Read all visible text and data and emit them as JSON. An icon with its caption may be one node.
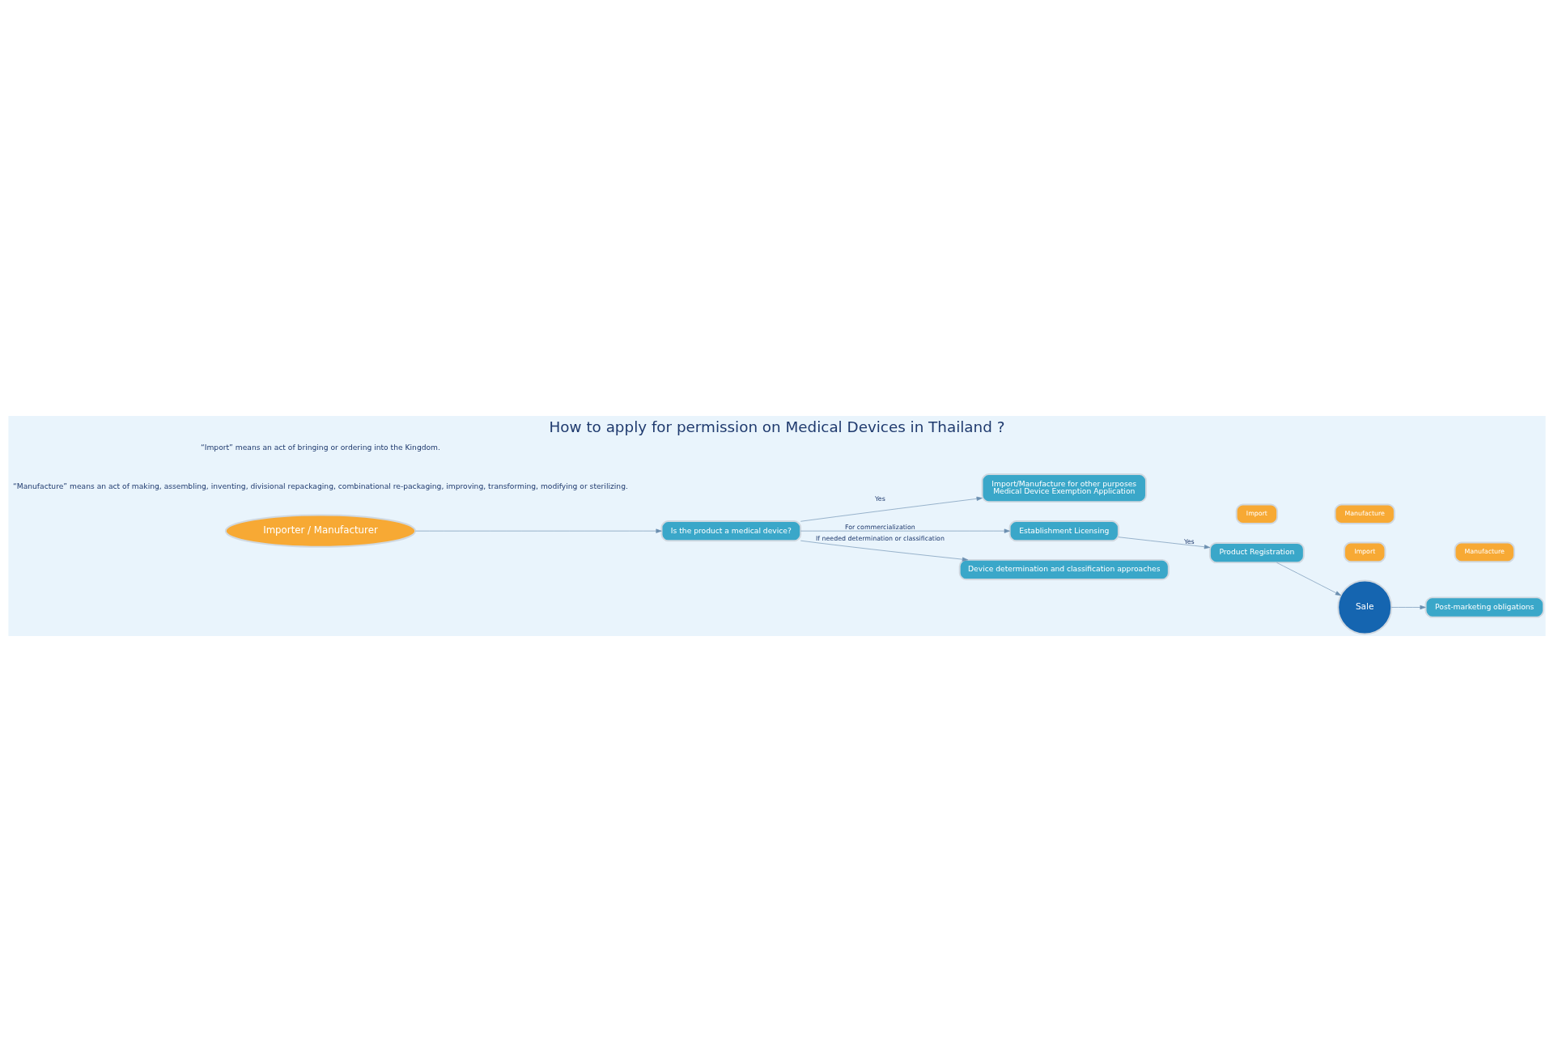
{
  "diagram": {
    "title": "How to apply for permission on Medical Devices in Thailand ?",
    "nodes": [
      {
        "text": [
          "Importer / Manufacturer"
        ]
      },
      {
        "text": [
          "Is the product a medical device?"
        ]
      },
      {
        "text": [
          "Import/Manufacture for other purposes",
          "Medical Device Exemption Application"
        ]
      },
      {
        "text": [
          "Establishment Licensing"
        ]
      },
      {
        "text": [
          "Import"
        ]
      },
      {
        "text": [
          "Manufacture"
        ]
      },
      {
        "text": [
          "Product Registration"
        ]
      },
      {
        "text": [
          "Import"
        ]
      },
      {
        "text": [
          "Manufacture"
        ]
      },
      {
        "text": [
          "Sale"
        ]
      },
      {
        "text": [
          "Post-marketing obligations"
        ]
      },
      {
        "text": [
          "Device determination and classification approaches"
        ]
      }
    ],
    "edges": [
      {
        "from": 0,
        "to": 1,
        "arrow": "to"
      },
      {
        "from": 1,
        "to": 2,
        "arrow": "to",
        "label": "Yes"
      },
      {
        "from": 1,
        "to": 3,
        "arrow": "to",
        "label": "For commercialization"
      },
      {
        "from": 3,
        "to": 6,
        "arrow": "to",
        "label": "Yes"
      },
      {
        "from": 6,
        "to": 9,
        "arrow": "to"
      },
      {
        "from": 9,
        "to": 10,
        "arrow": "to"
      },
      {
        "from": 1,
        "to": 11,
        "arrow": "to",
        "label": "If needed determination or classification"
      }
    ],
    "labels": [
      "“Manufacture” means an act of making, assembling, inventing, divisional repackaging, combinational re-packaging, improving, transforming, modifying or sterilizing.",
      "“Import” means an act of bringing or ordering into the Kingdom."
    ]
  }
}
